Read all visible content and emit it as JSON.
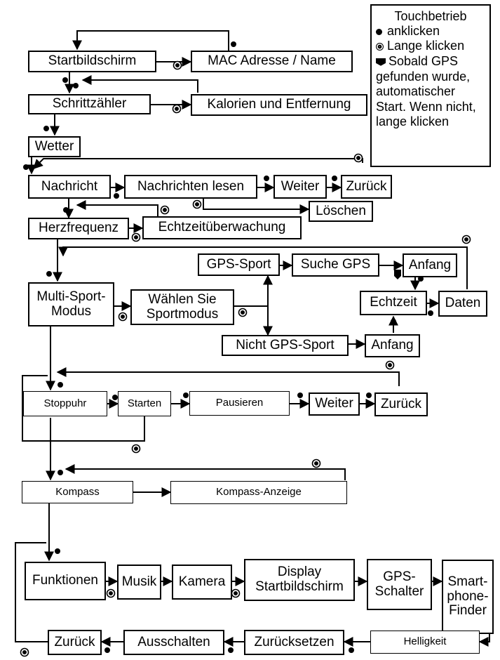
{
  "legend": {
    "title": "Touchbetrieb",
    "tap": "anklicken",
    "long_press": "Lange klicken",
    "gps_note": "Sobald GPS gefunden wurde, automatischer Start. Wenn nicht, lange klicken"
  },
  "nodes": {
    "startbildschirm": "Startbildschirm",
    "mac": "MAC Adresse / Name",
    "schrittzaehler": "Schrittzähler",
    "kalorien": "Kalorien und Entfernung",
    "wetter": "Wetter",
    "nachricht": "Nachricht",
    "nachrichten_lesen": "Nachrichten lesen",
    "weiter1": "Weiter",
    "zurueck1": "Zurück",
    "loeschen": "Löschen",
    "herzfrequenz": "Herzfrequenz",
    "echtzeitueberwachung": "Echtzeitüberwachung",
    "gps_sport": "GPS-Sport",
    "suche_gps": "Suche GPS",
    "anfang1": "Anfang",
    "multi_sport": "Multi-Sport-\nModus",
    "waehlen": "Wählen Sie\nSportmodus",
    "echtzeit": "Echtzeit",
    "daten": "Daten",
    "nicht_gps": "Nicht GPS-Sport",
    "anfang2": "Anfang",
    "stoppuhr": "Stoppuhr",
    "starten": "Starten",
    "pausieren": "Pausieren",
    "weiter2": "Weiter",
    "zurueck2": "Zurück",
    "kompass": "Kompass",
    "kompass_anzeige": "Kompass-Anzeige",
    "funktionen": "Funktionen",
    "musik": "Musik",
    "kamera": "Kamera",
    "display": "Display\nStartbildschirm",
    "gps_schalter": "GPS-\nSchalter",
    "finder": "Smart-\nphone-\nFinder",
    "helligkeit": "Helligkeit",
    "zuruecksetzen": "Zurücksetzen",
    "ausschalten": "Ausschalten",
    "zurueck3": "Zurück"
  }
}
